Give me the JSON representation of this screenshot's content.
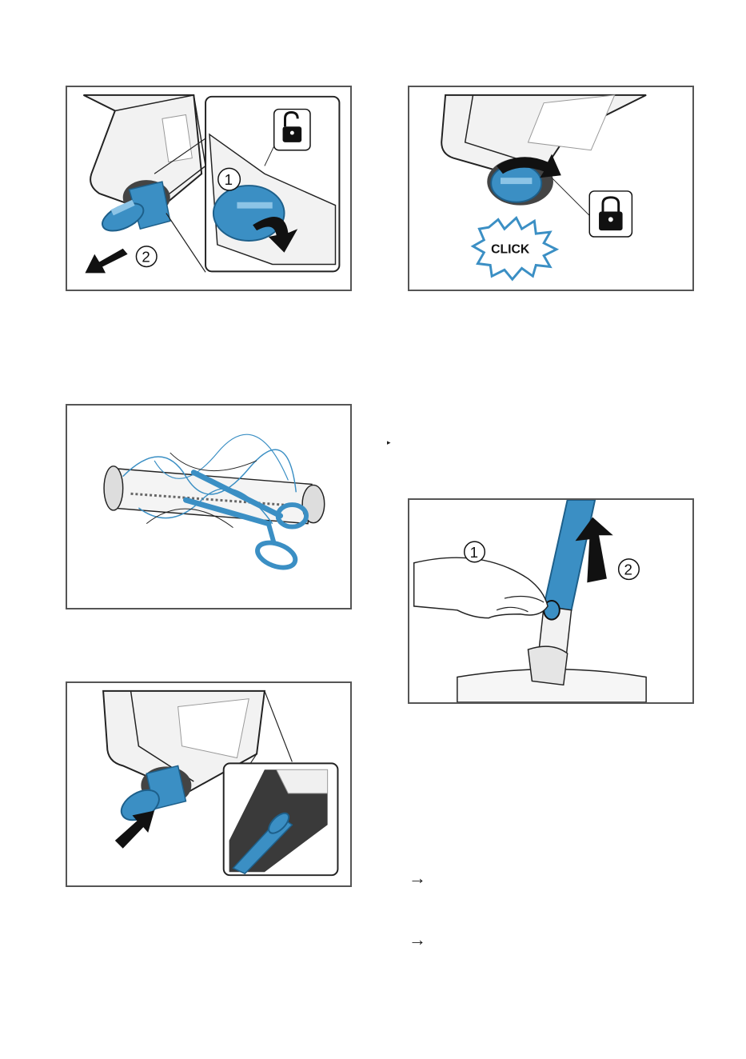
{
  "figures": {
    "unlock_and_remove": {
      "step_1": "1",
      "step_2": "2",
      "icon": "unlock-icon"
    },
    "lock": {
      "click_label": "CLICK",
      "icon": "lock-icon"
    },
    "cut_hair": {
      "icon": "scissors-icon"
    },
    "release_tube": {
      "step_1": "1",
      "step_2": "2"
    },
    "reinsert_brush": {
      "icon": "push-arrow-icon"
    }
  },
  "markers": {
    "bullet": "▸",
    "result_arrow_1": "→",
    "result_arrow_2": "→"
  },
  "colors": {
    "accent": "#3b8fc4",
    "frame": "#555555",
    "ink": "#111111"
  }
}
